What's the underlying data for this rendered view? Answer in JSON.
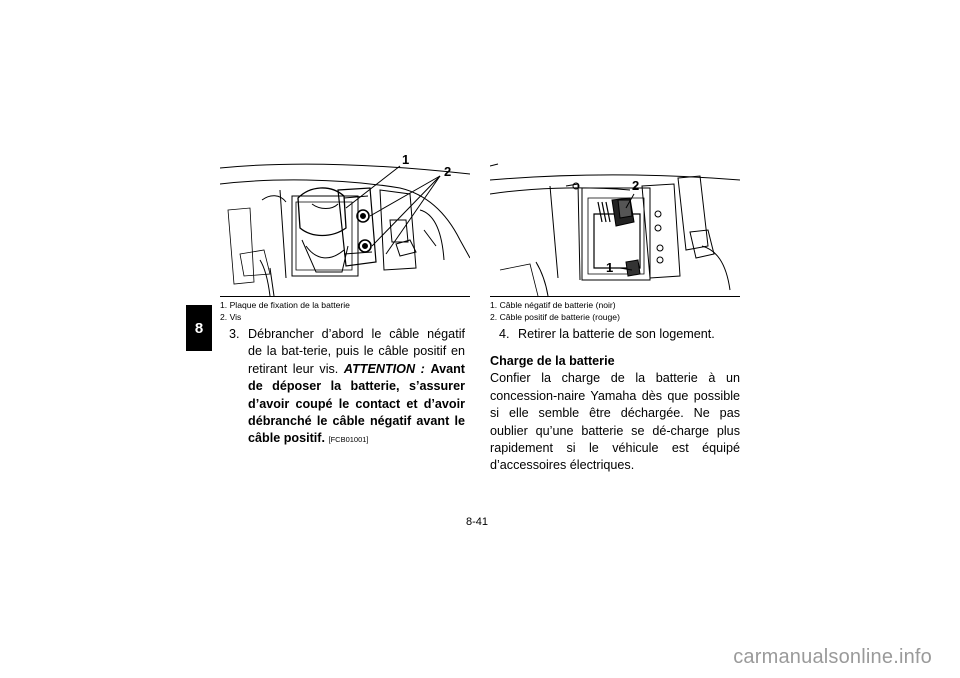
{
  "chapter_tab": "8",
  "left_figure": {
    "callouts": [
      "1",
      "2"
    ],
    "legend": [
      {
        "num": "1.",
        "text": "Plaque de fixation de la batterie"
      },
      {
        "num": "2.",
        "text": "Vis"
      }
    ]
  },
  "right_figure": {
    "callouts": [
      "2",
      "1"
    ],
    "legend": [
      {
        "num": "1.",
        "text": "Câble négatif de batterie (noir)"
      },
      {
        "num": "2.",
        "text": "Câble positif de batterie (rouge)"
      }
    ]
  },
  "step3": {
    "num": "3.",
    "text": "Débrancher d’abord le câble négatif de la bat-terie, puis le câble positif en retirant leur vis.",
    "caution_label": "ATTENTION :",
    "caution_text": "Avant de déposer la batterie, s’assurer d’avoir coupé le contact et d’avoir débranché le câble négatif avant le câble positif.",
    "code": "[FCB01001]"
  },
  "step4": {
    "num": "4.",
    "text": "Retirer la batterie de son logement."
  },
  "charge_section": {
    "heading": "Charge de la batterie",
    "body": "Confier la charge de la batterie à un concession-naire Yamaha dès que possible si elle semble être déchargée. Ne pas oublier qu’une batterie se dé-charge plus rapidement si le véhicule est équipé d’accessoires électriques."
  },
  "page_number": "8-41",
  "watermark": "carmanualsonline.info"
}
